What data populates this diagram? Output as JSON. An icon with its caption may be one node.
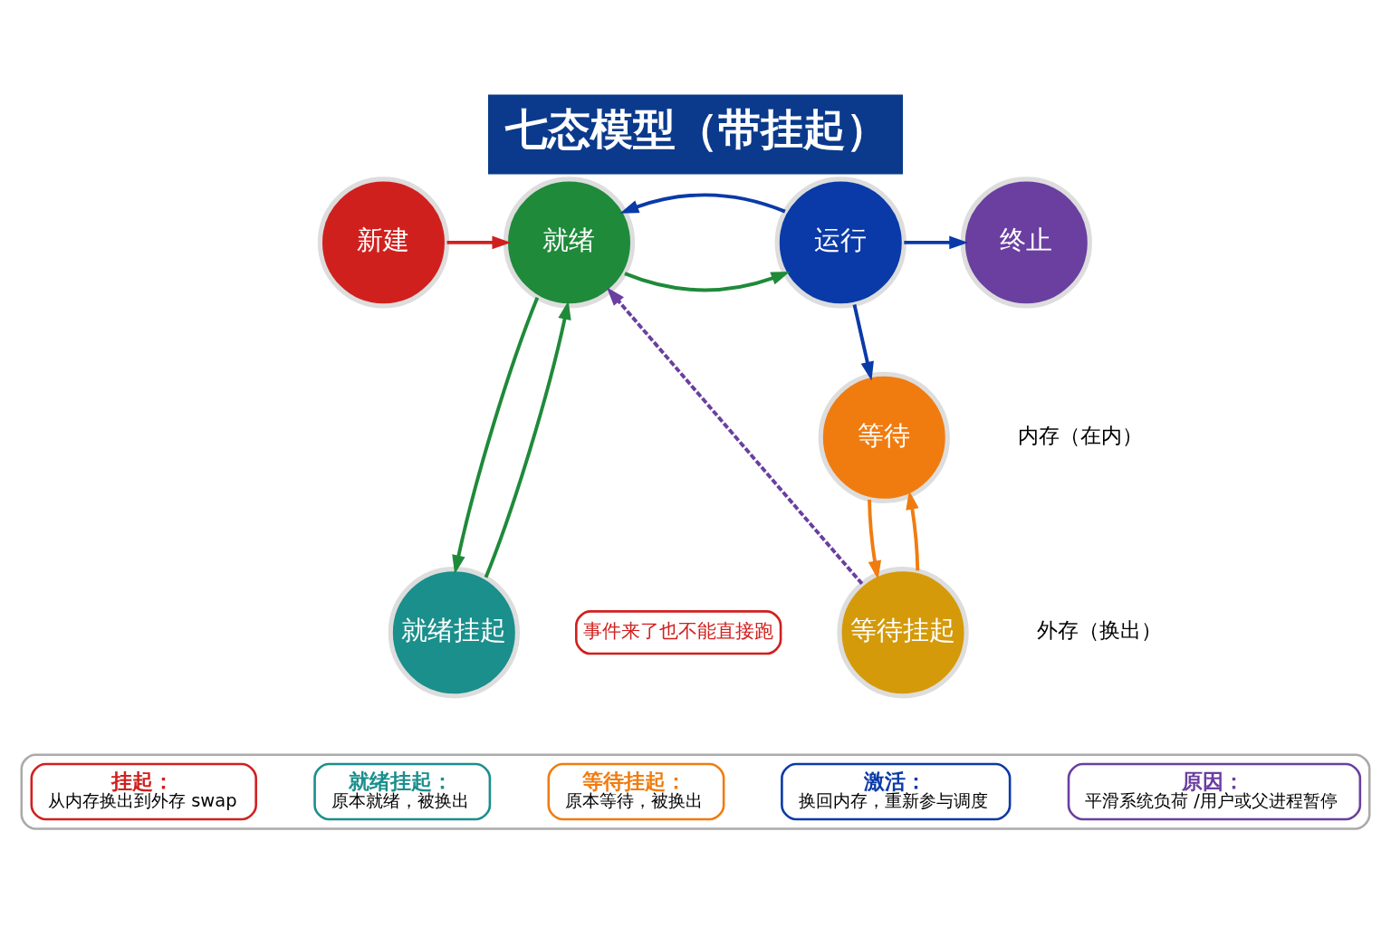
{
  "diagram": {
    "title": "七态模型（带挂起）",
    "nodes": [
      {
        "text": [
          "新建"
        ]
      },
      {
        "text": [
          "就绪"
        ]
      },
      {
        "text": [
          "运行"
        ]
      },
      {
        "text": [
          "终止"
        ]
      },
      {
        "text": [
          "等待"
        ]
      },
      {
        "text": [
          "就绪挂起"
        ]
      },
      {
        "text": [
          "事件来了也不能直接跑"
        ]
      },
      {
        "text": [
          "等待挂起"
        ]
      },
      {
        "text": [],
        "shape": "box"
      },
      {
        "text": [
          "挂起：",
          "从内存换出到外存 swap"
        ],
        "in": 8
      },
      {
        "text": [
          "就绪挂起：",
          "原本就绪，被换出"
        ],
        "in": 8
      },
      {
        "text": [
          "等待挂起：",
          "原本等待，被换出"
        ],
        "in": 8
      },
      {
        "text": [
          "激活：",
          "换回内存，重新参与调度"
        ],
        "in": 8
      },
      {
        "text": [
          "原因：",
          "平滑系统负荷 /用户或父进程暂停"
        ],
        "in": 8
      }
    ],
    "edges": [
      {
        "from": 0,
        "to": 1,
        "arrow": "to",
        "color": "#d0201e"
      },
      {
        "from": 1,
        "to": 2,
        "arrow": "to",
        "color": "#1f8a3a"
      },
      {
        "from": 2,
        "to": 1,
        "arrow": "to",
        "color": "#0a3aa8"
      },
      {
        "from": 2,
        "to": 3,
        "arrow": "to",
        "color": "#0a3aa8"
      },
      {
        "from": 2,
        "to": 4,
        "arrow": "to",
        "color": "#0a3aa8"
      },
      {
        "from": 1,
        "to": 5,
        "arrow": "to",
        "color": "#1f8a3a"
      },
      {
        "from": 5,
        "to": 1,
        "arrow": "to",
        "color": "#1f8a3a"
      },
      {
        "from": 4,
        "to": 7,
        "arrow": "to",
        "color": "#f07c10"
      },
      {
        "from": 7,
        "to": 4,
        "arrow": "to",
        "color": "#f07c10"
      },
      {
        "from": 7,
        "to": 1,
        "arrow": "to",
        "style": "dashed",
        "color": "#6a3fa0"
      }
    ],
    "labels": [
      "内存（在内）",
      "外存（换出）"
    ]
  }
}
